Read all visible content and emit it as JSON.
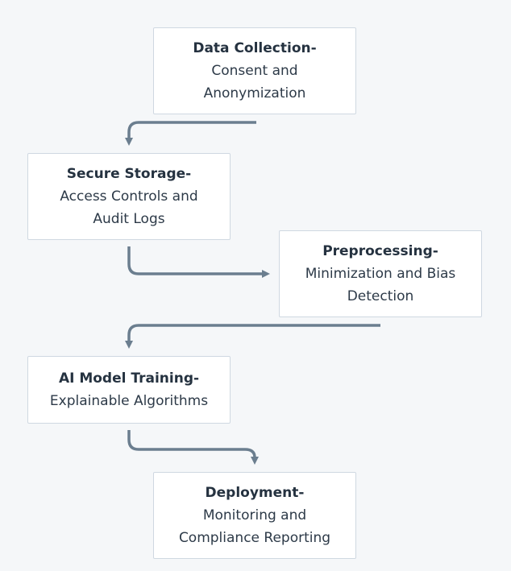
{
  "diagram": {
    "nodes": [
      {
        "id": "n1",
        "title": "Data Collection-",
        "desc": "Consent and Anonymization"
      },
      {
        "id": "n2",
        "title": "Secure Storage-",
        "desc": "Access Controls and Audit Logs"
      },
      {
        "id": "n3",
        "title": "Preprocessing-",
        "desc": "Minimization and Bias Detection"
      },
      {
        "id": "n4",
        "title": "AI Model Training-",
        "desc": "Explainable Algorithms"
      },
      {
        "id": "n5",
        "title": "Deployment-",
        "desc": "Monitoring and Compliance Reporting"
      }
    ],
    "edges": [
      {
        "from": "n1",
        "to": "n2"
      },
      {
        "from": "n2",
        "to": "n3"
      },
      {
        "from": "n3",
        "to": "n4"
      },
      {
        "from": "n4",
        "to": "n5"
      }
    ],
    "colors": {
      "background": "#f5f7f9",
      "node_fill": "#ffffff",
      "node_border": "#cfd8e1",
      "connector": "#6b7e8f",
      "text": "#253240"
    }
  }
}
